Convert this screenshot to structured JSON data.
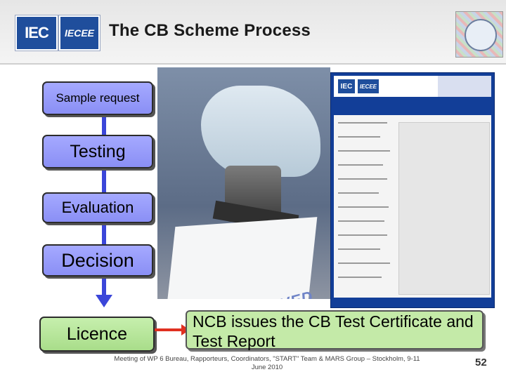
{
  "header": {
    "logo_iec": "IEC",
    "logo_iecee": "IECEE",
    "title": "The CB Scheme Process"
  },
  "flow": {
    "steps": [
      {
        "label": "Sample request"
      },
      {
        "label": "Testing"
      },
      {
        "label": "Evaluation"
      },
      {
        "label": "Decision"
      }
    ],
    "final_step": "Licence",
    "callout": "NCB issues the CB Test Certificate and Test Report"
  },
  "stamp_text": "APPROVED",
  "certificate": {
    "logo_iec": "IEC",
    "logo_iecee": "IECEE"
  },
  "footer": {
    "text": "Meeting of WP 6 Bureau, Rapporteurs, Coordinators, \"START\" Team & MARS Group – Stockholm, 9-11 June 2010",
    "page_number": "52"
  },
  "colors": {
    "step_fill": "#9a9efb",
    "licence_fill": "#b6e698",
    "flow_line": "#3b46d9",
    "arrow_red": "#e03020",
    "certificate_blue": "#123e98"
  }
}
